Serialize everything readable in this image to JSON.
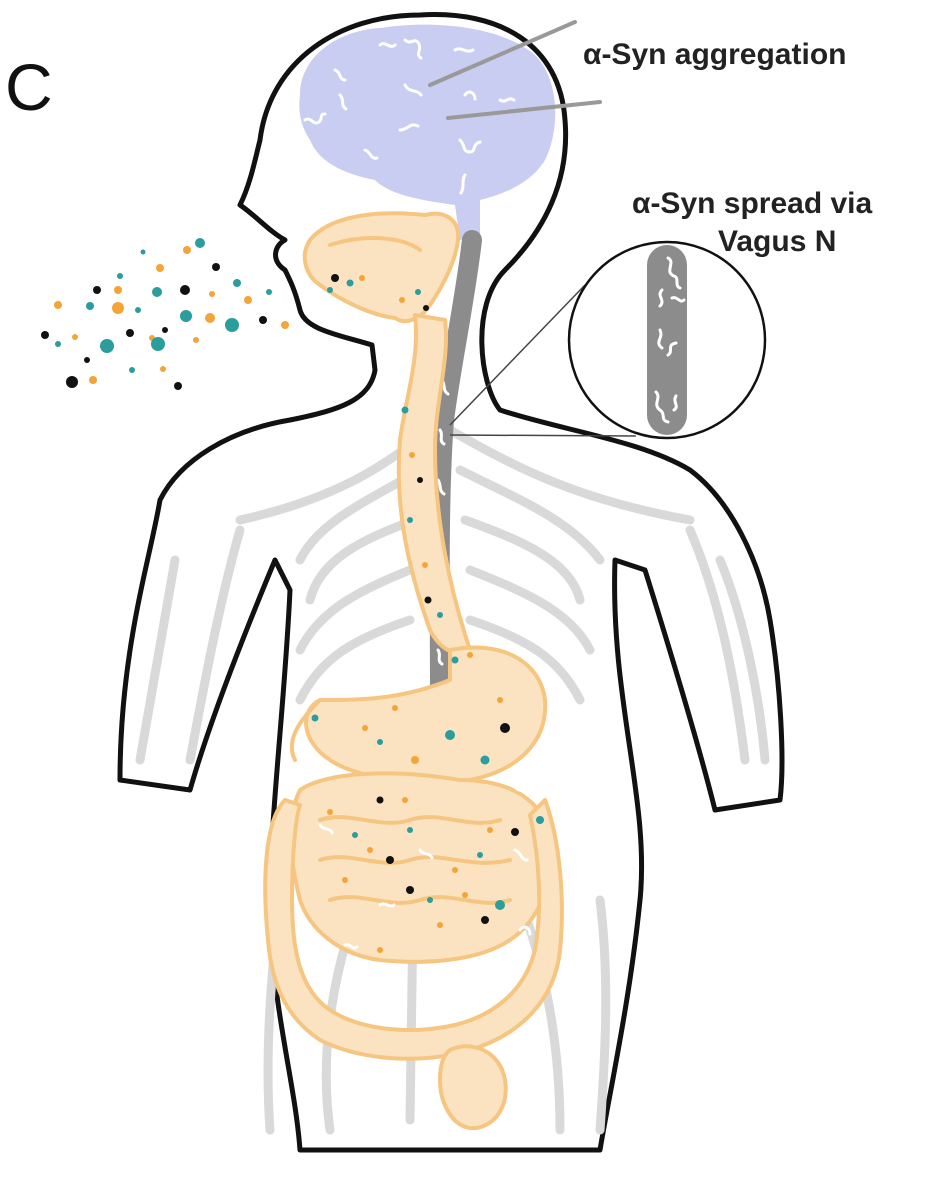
{
  "figure": {
    "panel_letter": "C",
    "labels": {
      "aggregation": "α-Syn aggregation",
      "spread_line1": "α-Syn spread via",
      "spread_line2": "Vagus N"
    }
  },
  "colors": {
    "outline": "#111111",
    "brain": "#c9cdf2",
    "gut_fill": "#fbe3c2",
    "gut_stroke": "#f6c580",
    "vagus_nerve": "#8c8c8c",
    "peripheral_nerves": "#d9d9d9",
    "particle_teal": "#2a9d9c",
    "particle_orange": "#f5a437",
    "particle_black": "#111111"
  },
  "icons": {
    "particles": "inhaled-particles",
    "aggregates": "alpha-synuclein-fibrils",
    "magnifier": "zoom-circle"
  }
}
